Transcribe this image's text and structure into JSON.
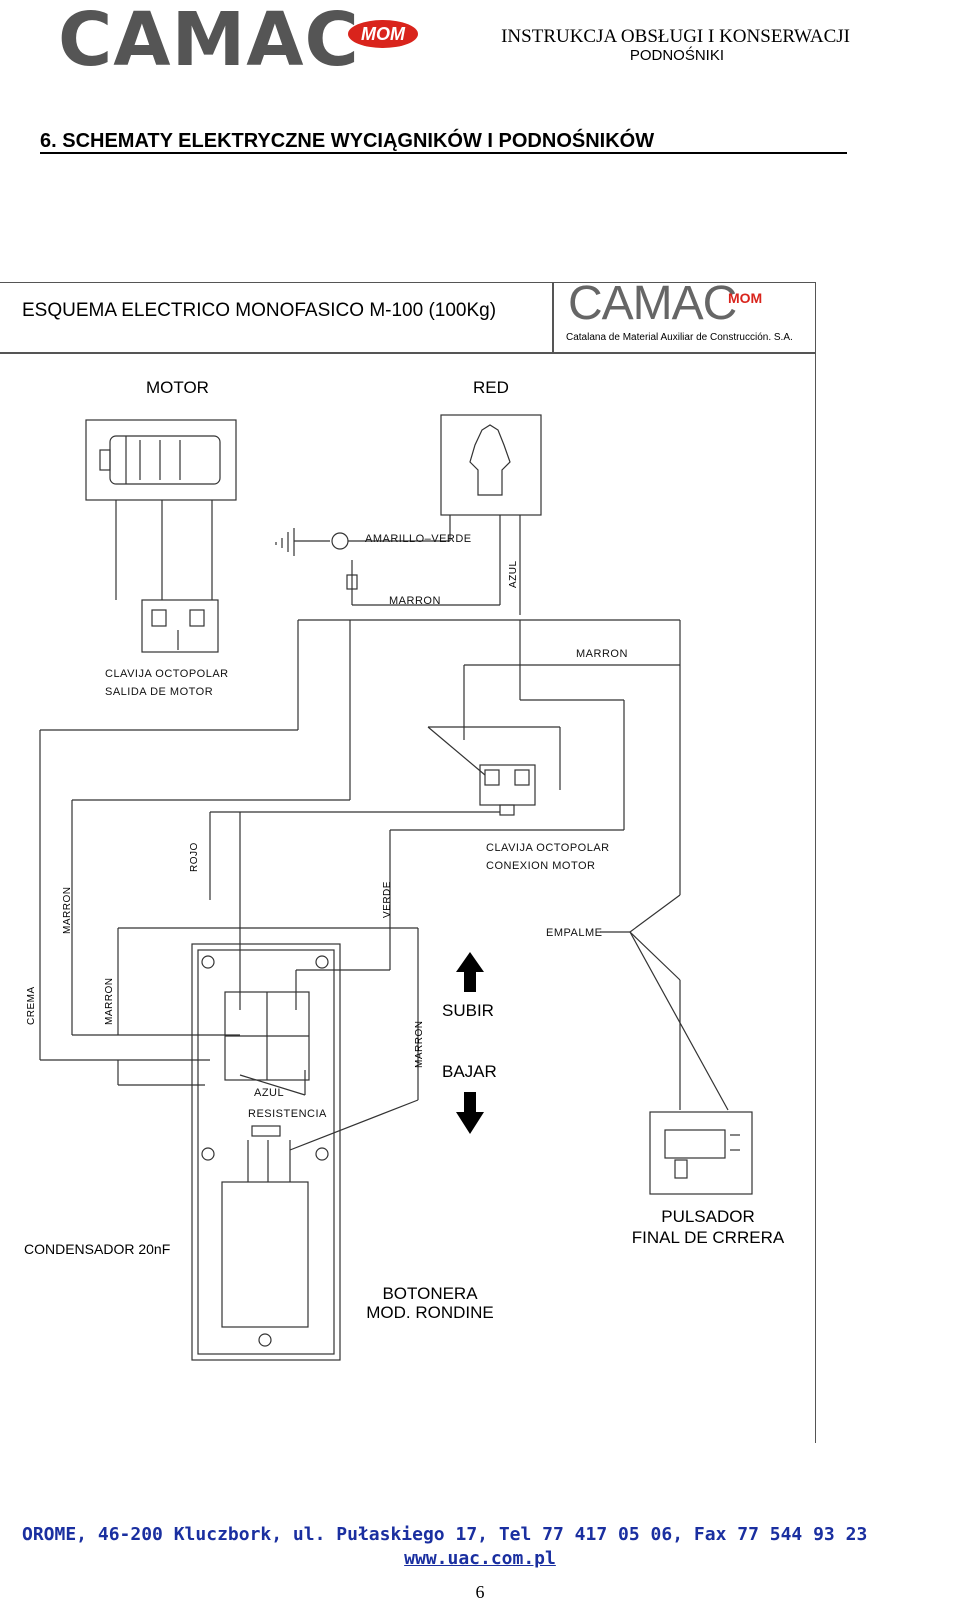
{
  "header": {
    "logo_text": "CAMAC",
    "logo_badge": "MOM",
    "title": "INSTRUKCJA OBSŁUGI I KONSERWACJI",
    "subtitle": "PODNOŚNIKI"
  },
  "section": {
    "title": "6.   SCHEMATY ELEKTRYCZNE WYCIĄGNIKÓW I PODNOŚNIKÓW"
  },
  "sheet": {
    "title": "ESQUEMA ELECTRICO MONOFASICO M-100 (100Kg)",
    "logo_text": "CAMAC",
    "logo_badge": "MOM",
    "company": "Catalana de Material Auxiliar de Construcción. S.A."
  },
  "labels": {
    "motor": "MOTOR",
    "red": "RED",
    "amarillo_verde": "AMARILLO–VERDE",
    "marron_top": "MARRON",
    "azul_vert": "AZUL",
    "marron_mid": "MARRON",
    "clavija_salida_1": "CLAVIJA  OCTOPOLAR",
    "clavija_salida_2": "SALIDA  DE  MOTOR",
    "clavija_conexion_1": "CLAVIJA  OCTOPOLAR",
    "clavija_conexion_2": "CONEXION  MOTOR",
    "rojo": "ROJO",
    "marron_left": "MARRON",
    "verde": "VERDE",
    "empalme": "EMPALME",
    "crema": "CREMA",
    "marron_left2": "MARRON",
    "marron_right": "MARRON",
    "subir": "SUBIR",
    "bajar": "BAJAR",
    "azul": "AZUL",
    "resistencia": "RESISTENCIA",
    "condensador": "CONDENSADOR 20nF",
    "pulsador_1": "PULSADOR",
    "pulsador_2": "FINAL DE CRRERA",
    "botonera_1": "BOTONERA",
    "botonera_2": "MOD. RONDINE"
  },
  "footer": {
    "address": "OROME, 46-200 Kluczbork, ul. Pułaskiego 17, Tel 77 417 05 06, Fax 77 544 93 23",
    "website": "www.uac.com.pl",
    "page": "6"
  }
}
